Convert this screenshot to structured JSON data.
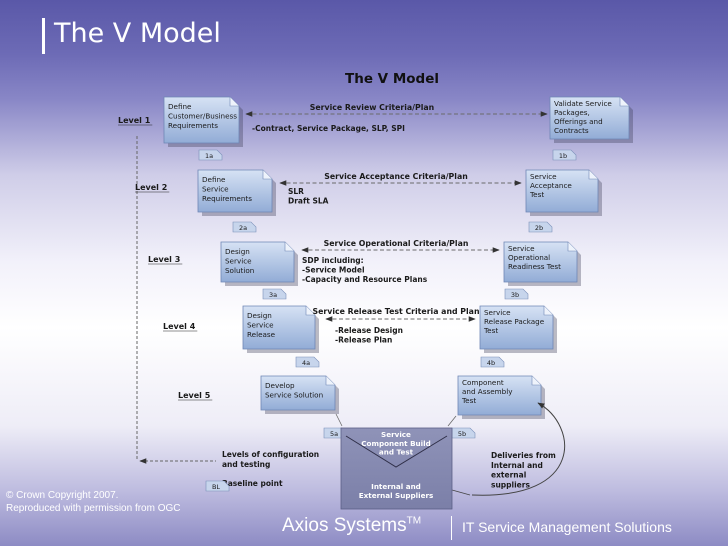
{
  "slide": {
    "title": "The V Model"
  },
  "diagram": {
    "title": "The V Model",
    "levels": [
      "Level 1",
      "Level 2",
      "Level 3",
      "Level 4",
      "Level 5"
    ],
    "left_boxes": [
      [
        "Define",
        "Customer/Business",
        "Requirements"
      ],
      [
        "Define",
        "Service",
        "Requirements"
      ],
      [
        "Design",
        "Service",
        "Solution"
      ],
      [
        "Design",
        "Service",
        "Release"
      ],
      [
        "Develop",
        "Service Solution"
      ]
    ],
    "right_boxes": [
      [
        "Validate Service",
        "Packages,",
        "Offerings and",
        "Contracts"
      ],
      [
        "Service",
        "Acceptance",
        "Test"
      ],
      [
        "Service",
        "Operational",
        "Readiness Test"
      ],
      [
        "Service",
        "Release Package",
        "Test"
      ],
      [
        "Component",
        "and Assembly",
        "Test"
      ]
    ],
    "left_tags": [
      "1a",
      "2a",
      "3a",
      "4a",
      "5a"
    ],
    "right_tags": [
      "1b",
      "2b",
      "3b",
      "4b",
      "5b"
    ],
    "criteria": [
      "Service Review Criteria/Plan",
      "Service Acceptance Criteria/Plan",
      "Service Operational Criteria/Plan",
      "Service Release Test Criteria and Plan"
    ],
    "notes": [
      [
        "-Contract, Service Package, SLP, SPI"
      ],
      [
        "SLR",
        "Draft SLA"
      ],
      [
        "SDP including:",
        "-Service Model",
        "-Capacity and Resource Plans"
      ],
      [
        "-Release Design",
        "-Release Plan"
      ]
    ],
    "center_box": {
      "top": [
        "Service",
        "Component Build",
        "and Test"
      ],
      "bottom": [
        "Internal and",
        "External Suppliers"
      ]
    },
    "config_label": [
      "Levels of configuration",
      "and testing"
    ],
    "baseline_tag": "BL",
    "baseline_label": "Baseline point",
    "deliveries": [
      "Deliveries from",
      "Internal and",
      "external",
      "suppliers"
    ]
  },
  "footer": {
    "copyright": [
      "© Crown Copyright 2007.",
      "Reproduced with permission from OGC"
    ],
    "brand": "Axios Systems",
    "trademark": "TM",
    "tagline": "IT Service Management Solutions"
  }
}
